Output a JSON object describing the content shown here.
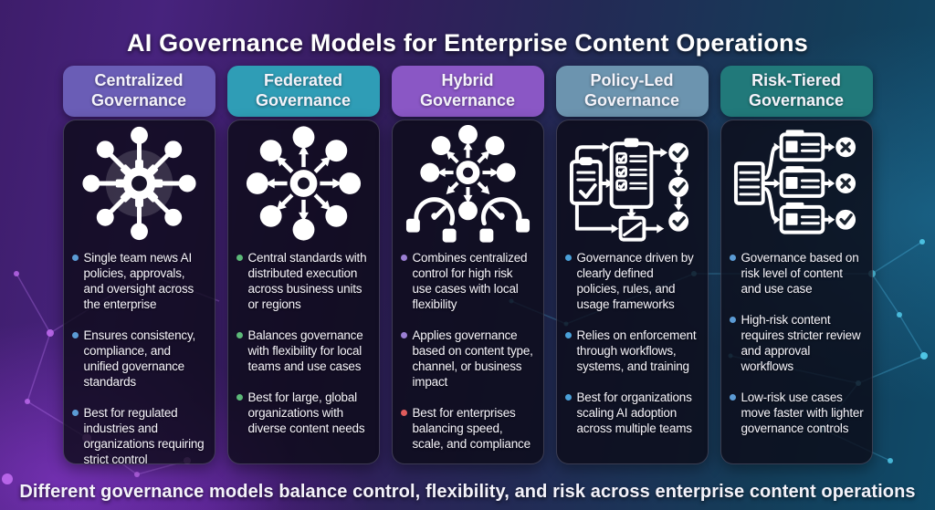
{
  "title": "AI Governance Models for Enterprise Content Operations",
  "footer": "Different governance models balance control, flexibility, and risk across enterprise content operations",
  "columns": [
    {
      "header": "Centralized Governance",
      "header_color": "#6a5db6",
      "icon": "gear-hub-icon",
      "bullets": [
        {
          "dot_color": "#5b9bd5",
          "text": "Single team news AI policies, approvals, and oversight across the enterprise"
        },
        {
          "dot_color": "#5b9bd5",
          "text": "Ensures consistency, compliance, and unified governance standards"
        },
        {
          "dot_color": "#5b9bd5",
          "text": "Best for regulated industries and organizations requiring strict control"
        }
      ]
    },
    {
      "header": "Federated Governance",
      "header_color": "#2f9db6",
      "icon": "hub-arrows-icon",
      "bullets": [
        {
          "dot_color": "#5cb878",
          "text": "Central standards with distributed execution across business units or regions"
        },
        {
          "dot_color": "#5cb878",
          "text": "Balances governance with flexibility for local teams and use cases"
        },
        {
          "dot_color": "#5cb878",
          "text": "Best for large, global organizations with diverse content needs"
        }
      ]
    },
    {
      "header": "Hybrid Governance",
      "header_color": "#8a57c5",
      "icon": "hub-gauges-icon",
      "bullets": [
        {
          "dot_color": "#9b7fd4",
          "text": "Combines centralized control for high risk use cases with local flexibility"
        },
        {
          "dot_color": "#9b7fd4",
          "text": "Applies governance based on content type, channel, or business impact"
        },
        {
          "dot_color": "#e05c5c",
          "text": "Best for enterprises balancing speed, scale, and compliance"
        }
      ]
    },
    {
      "header": "Policy-Led Governance",
      "header_color": "#6c94af",
      "icon": "workflow-checklist-icon",
      "bullets": [
        {
          "dot_color": "#4aa0d8",
          "text": "Governance driven by clearly defined policies, rules, and usage frameworks"
        },
        {
          "dot_color": "#4aa0d8",
          "text": "Relies on enforcement through workflows, systems, and training"
        },
        {
          "dot_color": "#4aa0d8",
          "text": "Best for organizations scaling AI adoption across multiple teams"
        }
      ]
    },
    {
      "header": "Risk-Tiered Governance",
      "header_color": "#21797a",
      "icon": "risk-routing-icon",
      "bullets": [
        {
          "dot_color": "#5b9bd5",
          "text": "Governance based on risk level of content and use case"
        },
        {
          "dot_color": "#5b9bd5",
          "text": "High-risk content requires stricter review and approval workflows"
        },
        {
          "dot_color": "#5b9bd5",
          "text": "Low-risk use cases move faster with lighter governance controls"
        }
      ]
    }
  ]
}
